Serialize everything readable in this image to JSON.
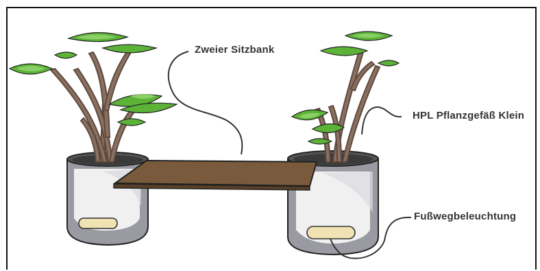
{
  "labels": {
    "bench": "Zweier Sitzbank",
    "planter": "HPL Pflanzgefäß Klein",
    "lighting": "Fußwegbeleuchtung"
  },
  "colors": {
    "leaf": "#5cb338",
    "leaf_light": "#8fd36a",
    "trunk": "#8a7060",
    "bench": "#7a5a3c",
    "pot_shadow": "#8e8e96",
    "pot_light": "#f2f2f4",
    "lamp": "#f0e2b2",
    "ink": "#333333"
  },
  "icons": [
    "plant-icon",
    "planter-icon",
    "bench-icon",
    "lamp-icon"
  ]
}
